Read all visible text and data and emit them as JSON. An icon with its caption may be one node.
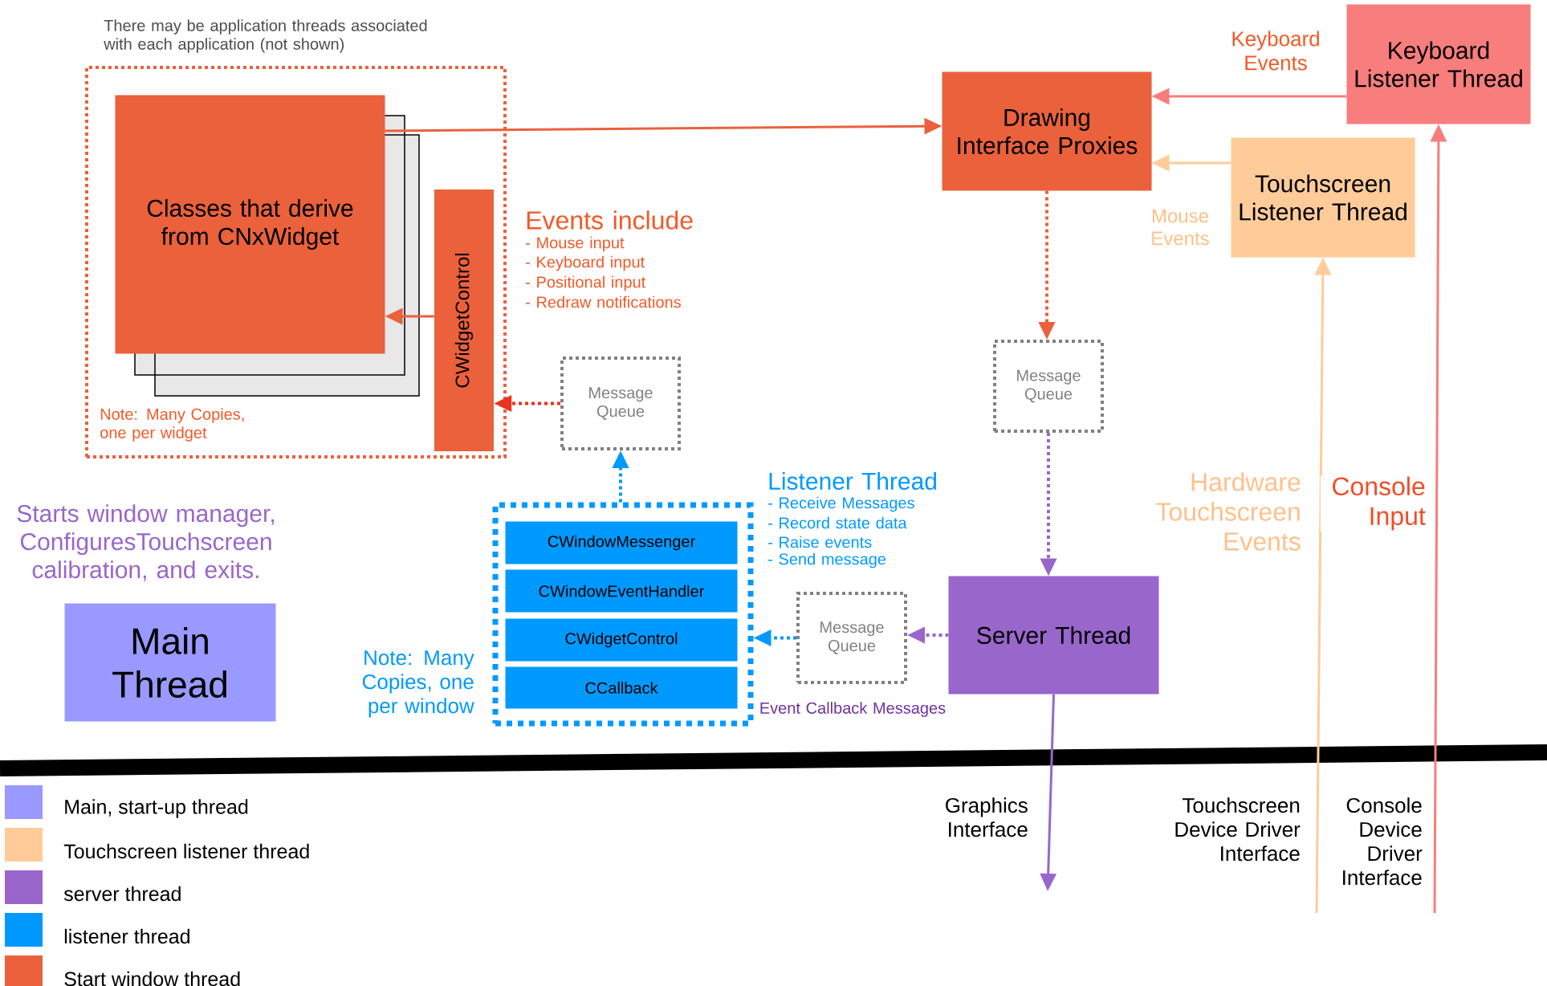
{
  "diagram": {
    "nodes": [
      {
        "text": [
          "There may be application threads associated with each application (not shown)",
          "Note:  Many Copies, one per widget"
        ]
      },
      {
        "text": [
          "Classes that derive from CNxWidget"
        ],
        "in": 0
      },
      {
        "text": [
          "CWidgetControl"
        ],
        "in": 0
      },
      {
        "text": [
          "Message Queue"
        ]
      },
      {
        "text": [
          "Drawing Interface Proxies"
        ]
      },
      {
        "text": [
          "Keyboard Listener Thread"
        ]
      },
      {
        "text": [
          "Touchscreen Listener Thread"
        ]
      },
      {
        "text": [
          "Message Queue"
        ]
      },
      {
        "text": [],
        "shape": "box",
        "beside": [
          "Note:  Many Copies, one per window"
        ]
      },
      {
        "text": [
          "CWindowMessenger"
        ],
        "in": 8
      },
      {
        "text": [
          "CWindowEventHandler"
        ],
        "in": 8
      },
      {
        "text": [
          "CWidgetControl"
        ],
        "in": 8
      },
      {
        "text": [
          "CCallback"
        ],
        "in": 8
      },
      {
        "text": [
          "Message Queue"
        ]
      },
      {
        "text": [
          "Server Thread"
        ]
      },
      {
        "text": [
          "Main Thread"
        ],
        "beside": [
          "Starts window manager, ConfiguresTouchscreen calibration, and exits."
        ]
      }
    ],
    "edges": [
      {
        "from": 1,
        "to": 4,
        "arrow": "to",
        "color": "#ea613c"
      },
      {
        "from": 2,
        "to": 1,
        "arrow": "to",
        "color": "#ea613c"
      },
      {
        "from": 3,
        "to": 2,
        "arrow": "to",
        "style": "dashed",
        "color": "#e8341c"
      },
      {
        "from": 4,
        "to": 7,
        "arrow": "to",
        "style": "dashed",
        "color": "#ea613c"
      },
      {
        "from": 7,
        "to": 14,
        "arrow": "to",
        "style": "dashed",
        "color": "#9966cc"
      },
      {
        "from": 8,
        "to": 3,
        "arrow": "to",
        "style": "dashed",
        "color": "#0099ff"
      },
      {
        "from": 13,
        "to": 8,
        "arrow": "to",
        "style": "dashed",
        "color": "#0099ff"
      },
      {
        "from": 14,
        "to": 13,
        "arrow": "to",
        "style": "dashed",
        "color": "#9966cc"
      },
      {
        "from": 5,
        "to": 4,
        "arrow": "to",
        "label": "Keyboard Events",
        "color": "#f87d7d"
      },
      {
        "from": 6,
        "to": 4,
        "arrow": "to",
        "label": "Mouse Events",
        "color": "#ffcc99"
      },
      {
        "from": 14,
        "to": null,
        "arrow": "to",
        "color": "#9966cc"
      },
      {
        "from": null,
        "to": 6,
        "arrow": "to",
        "label": "Hardware Touchscreen Events",
        "color": "#ffcc99"
      },
      {
        "from": null,
        "to": 5,
        "arrow": "to",
        "label": "Console Input",
        "color": "#f87d7d"
      }
    ],
    "labels": [
      "Events include",
      "- Mouse input",
      "- Keyboard input",
      "- Positional input",
      "- Redraw notifications",
      "Listener Thread",
      "- Receive Messages",
      "- Record state data",
      "- Raise events",
      "- Send message",
      "Graphics Interface",
      "Touchscreen Device Driver Interface",
      "Console Device Driver Interface",
      "Event Callback Messages"
    ],
    "legend": [
      {
        "text": "Main, start-up thread",
        "color": "#9999ff"
      },
      {
        "text": "Touchscreen listener thread",
        "color": "#ffcc99"
      },
      {
        "text": "server thread",
        "color": "#9966cc"
      },
      {
        "text": "listener thread",
        "color": "#0099ff"
      },
      {
        "text": "Start window thread",
        "color": "#ea613c"
      }
    ]
  }
}
